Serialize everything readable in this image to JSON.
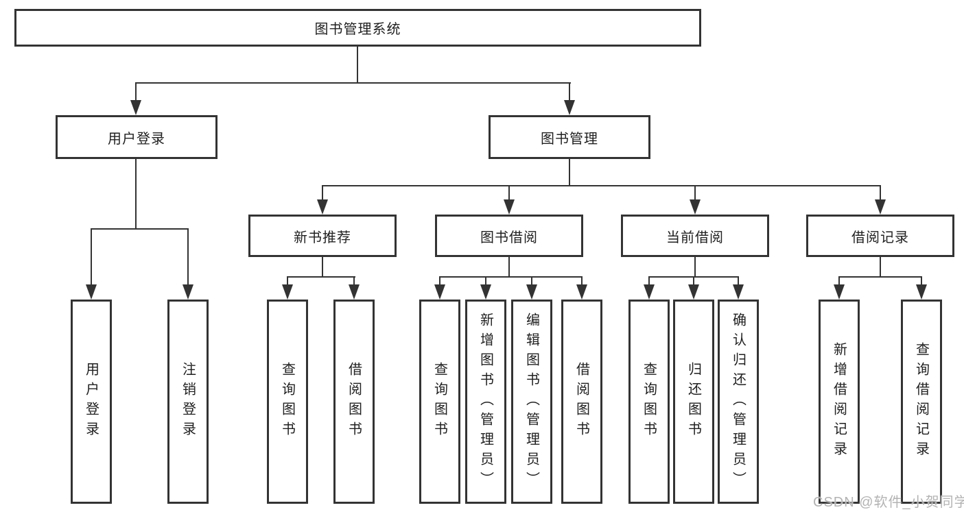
{
  "tree": {
    "root": {
      "label": "图书管理系统"
    },
    "children": [
      {
        "label": "用户登录",
        "children": [
          {
            "label": "用户登录"
          },
          {
            "label": "注销登录"
          }
        ]
      },
      {
        "label": "图书管理",
        "children": [
          {
            "label": "新书推荐",
            "children": [
              {
                "label": "查询图书"
              },
              {
                "label": "借阅图书"
              }
            ]
          },
          {
            "label": "图书借阅",
            "children": [
              {
                "label": "查询图书"
              },
              {
                "label": "新增图书（管理员）"
              },
              {
                "label": "编辑图书（管理员）"
              },
              {
                "label": "借阅图书"
              }
            ]
          },
          {
            "label": "当前借阅",
            "children": [
              {
                "label": "查询图书"
              },
              {
                "label": "归还图书"
              },
              {
                "label": "确认归还（管理员）"
              }
            ]
          },
          {
            "label": "借阅记录",
            "children": [
              {
                "label": "新增借阅记录"
              },
              {
                "label": "查询借阅记录"
              }
            ]
          }
        ]
      }
    ]
  },
  "watermark": {
    "text": "CSDN @软件_小贺同学"
  },
  "colors": {
    "line": "#333333",
    "text": "#1f1f1f",
    "background": "#ffffff",
    "watermark": "#b3b3b3"
  }
}
